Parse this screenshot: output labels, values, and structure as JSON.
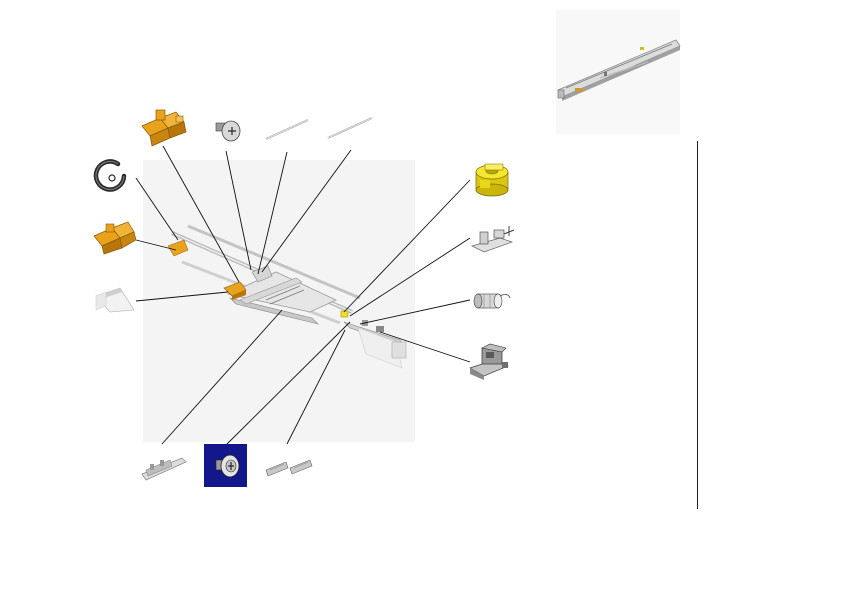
{
  "colors": {
    "background": "#ffffff",
    "panel": "#f4f4f4",
    "leader_line": "#111111",
    "part_orange": "#e8a21c",
    "part_orange_shade": "#b8760a",
    "part_yellow": "#f2e21e",
    "part_yellow_shade": "#b8a80a",
    "metal_light": "#e2e2e2",
    "metal_mid": "#a8a8a8",
    "metal_dark": "#555555",
    "selected_tile": "#13178c"
  },
  "parts": [
    {
      "id": "orange-bracket-top",
      "icon": "orange-bracket-icon"
    },
    {
      "id": "cross-screw",
      "icon": "cross-screw-icon"
    },
    {
      "id": "thin-rod-short",
      "icon": "rod-icon"
    },
    {
      "id": "thin-rod-long",
      "icon": "rod-icon"
    },
    {
      "id": "e-ring-clip",
      "icon": "e-ring-icon"
    },
    {
      "id": "orange-bracket-mid",
      "icon": "orange-bracket-icon"
    },
    {
      "id": "angled-plate",
      "icon": "plate-icon"
    },
    {
      "id": "yellow-gear",
      "icon": "gear-icon"
    },
    {
      "id": "pin-holder",
      "icon": "pin-holder-icon"
    },
    {
      "id": "coil-spring",
      "icon": "spring-icon"
    },
    {
      "id": "clamp-block",
      "icon": "clamp-icon"
    },
    {
      "id": "slide-guide",
      "icon": "slide-guide-icon"
    },
    {
      "id": "washer-screw-selected",
      "icon": "washer-screw-icon",
      "selected": true
    },
    {
      "id": "rubber-pads",
      "icon": "pad-icon"
    }
  ],
  "thumbnail": {
    "icon": "assembly-overview-icon"
  }
}
